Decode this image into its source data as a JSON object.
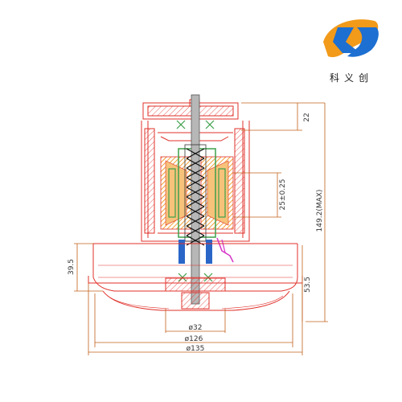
{
  "brand": {
    "name": "科义创",
    "colors": {
      "blue": "#1d6fd1",
      "orange": "#f29a1a"
    }
  },
  "dimensions": {
    "top_height": "22",
    "stator_height": "25±0.25",
    "overall_height": "149.2(MAX)",
    "left_height": "39.5",
    "base_height": "53.5",
    "dia_inner": "ø32",
    "dia_mid": "ø126",
    "dia_outer": "ø135"
  },
  "colors": {
    "line_red": "#e0302a",
    "dim_orange": "#c0601a",
    "hatch_orange": "#f3a23a",
    "shaft_gray": "#b7b7b7",
    "core_green": "#3da04a",
    "accent_blue": "#2a66c8",
    "accent_magenta": "#d634c8",
    "text_dark": "#333333"
  }
}
